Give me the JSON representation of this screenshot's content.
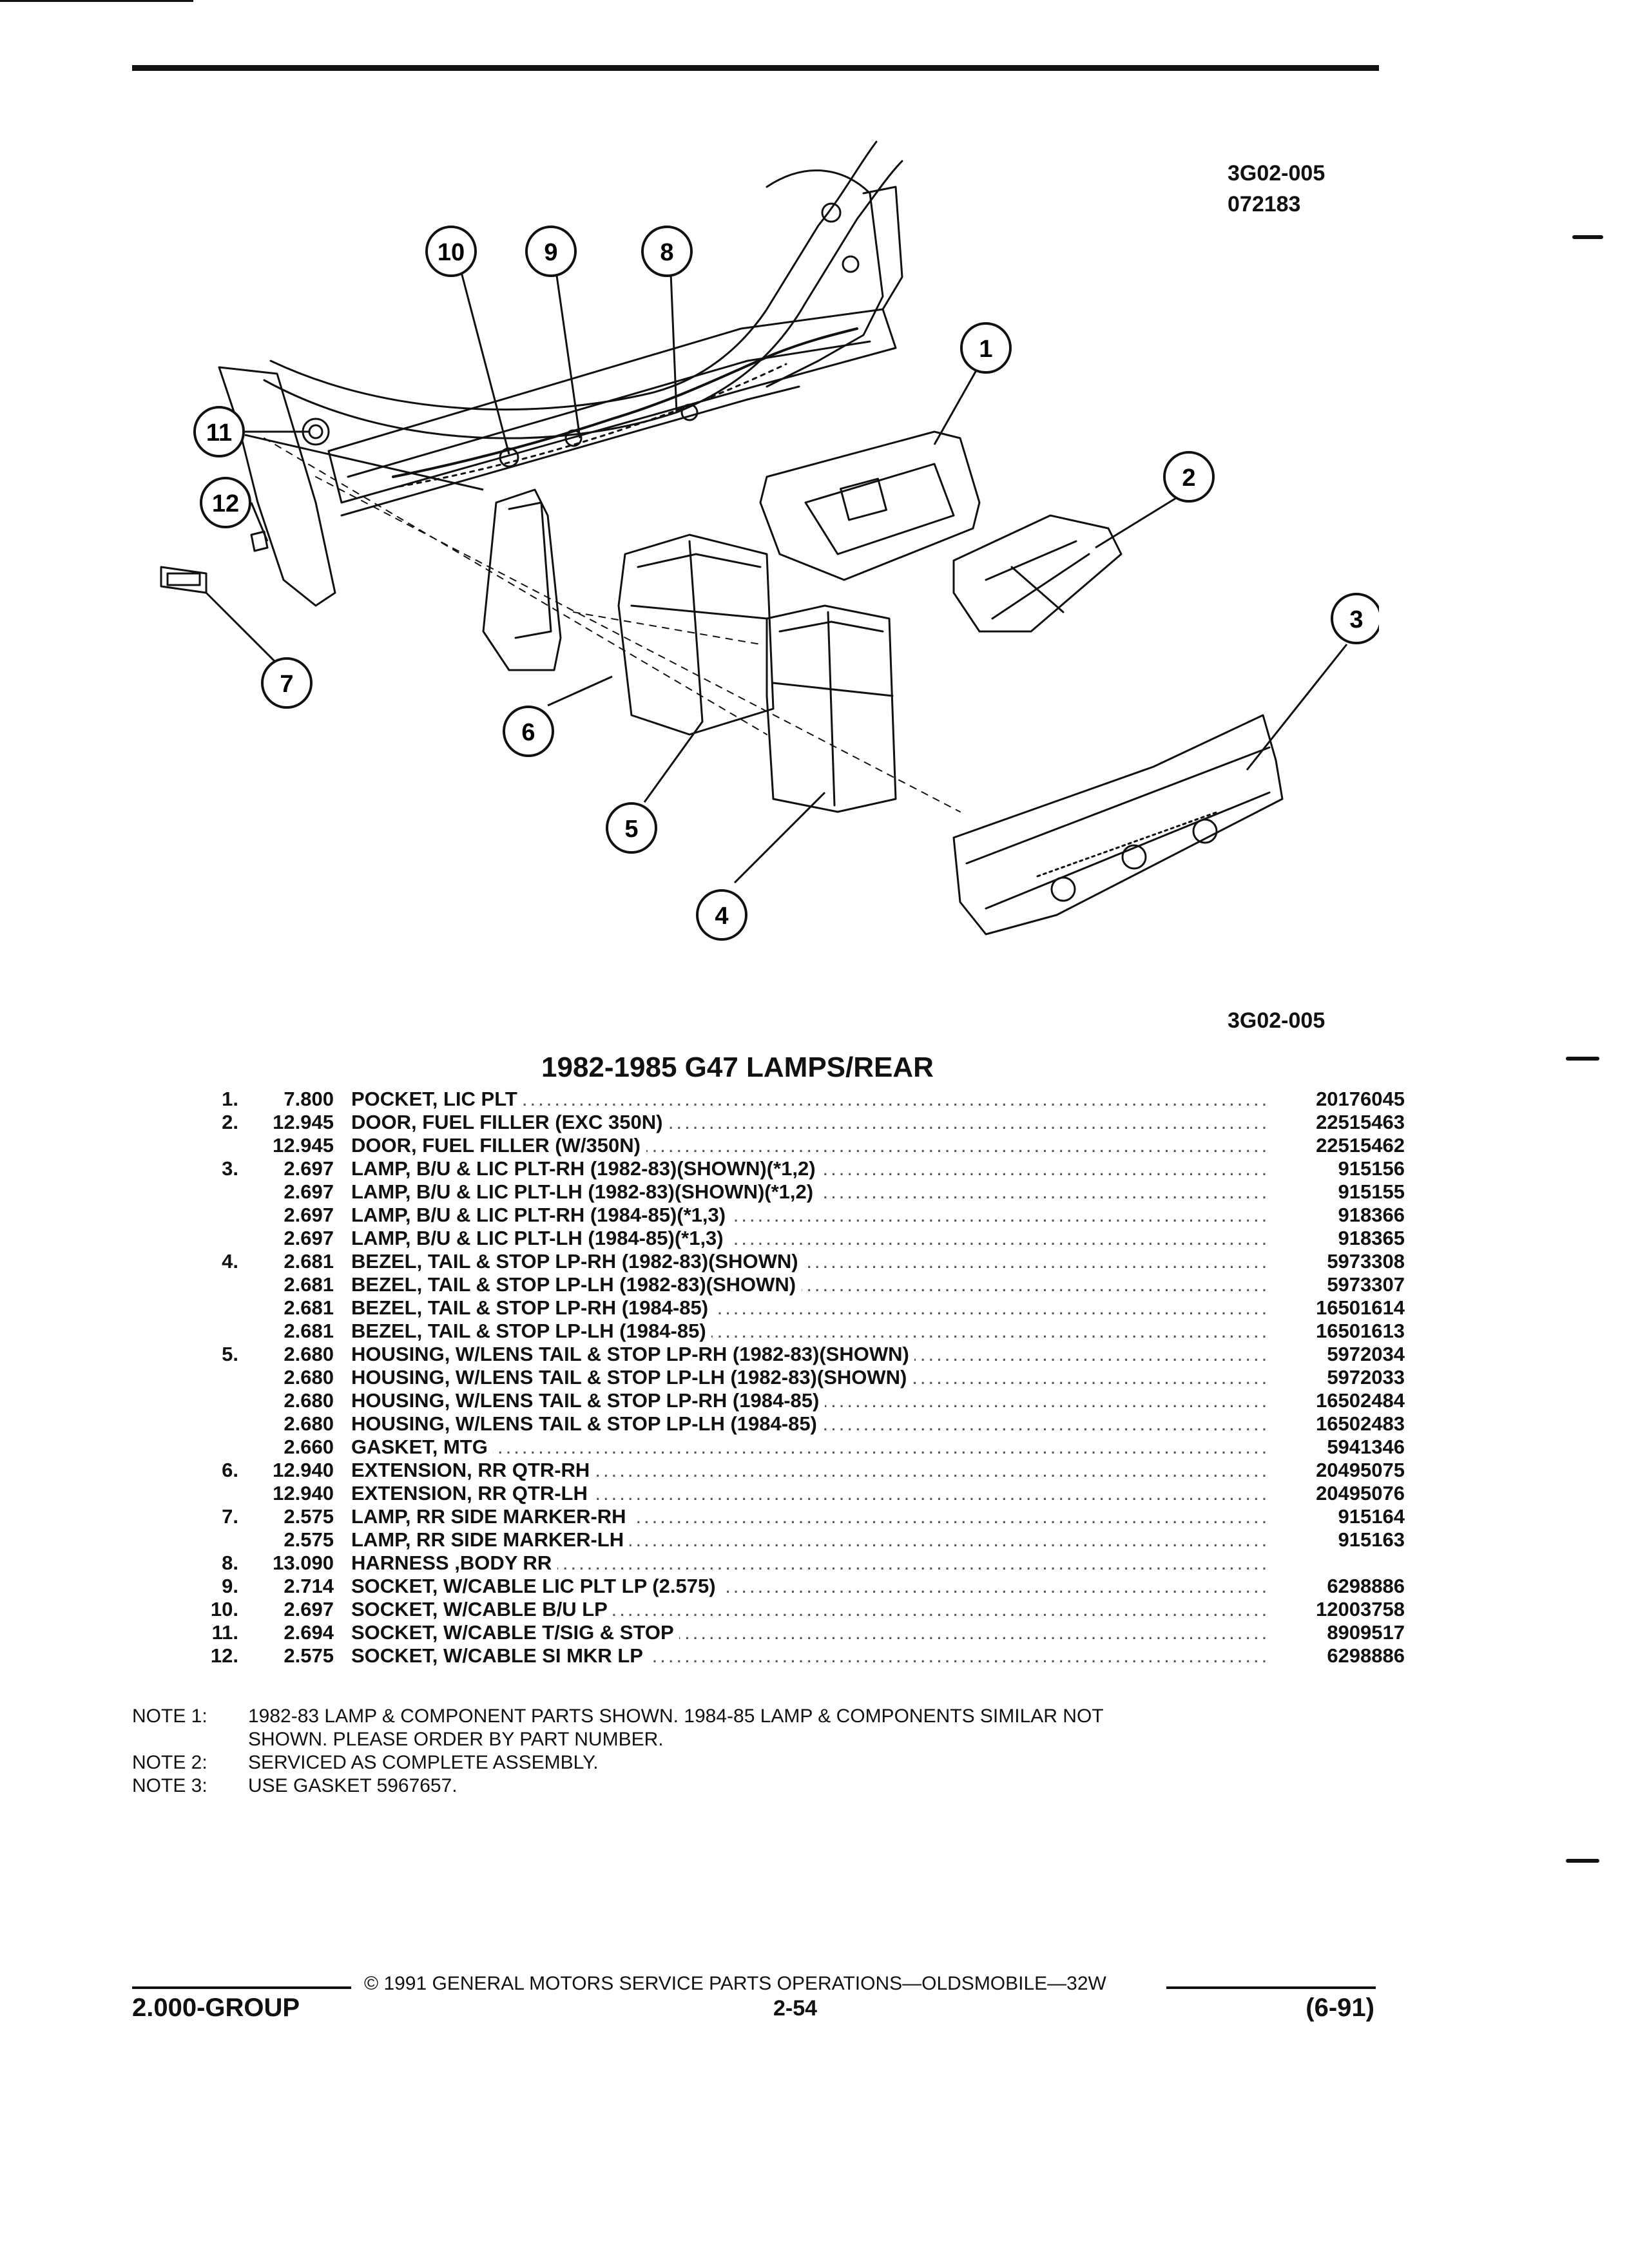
{
  "drawing": {
    "id_top": "3G02-005",
    "date_code": "072183",
    "id_bottom": "3G02-005",
    "callouts": [
      "1",
      "2",
      "3",
      "4",
      "5",
      "6",
      "7",
      "8",
      "9",
      "10",
      "11",
      "12"
    ]
  },
  "section_title": "1982-1985 G47 LAMPS/REAR",
  "parts": [
    {
      "num": "1.",
      "group": "7.800",
      "name": "POCKET",
      "desc": ", LIC PLT",
      "pn": "20176045"
    },
    {
      "num": "2.",
      "group": "12.945",
      "name": "DOOR",
      "desc": ", FUEL FILLER (EXC 350N)",
      "pn": "22515463"
    },
    {
      "num": "",
      "group": "12.945",
      "name": "DOOR",
      "desc": ", FUEL FILLER (W/350N)",
      "pn": "22515462"
    },
    {
      "num": "3.",
      "group": "2.697",
      "name": "LAMP",
      "desc": ", B/U & LIC PLT-RH (1982-83)(SHOWN)(*1,2)",
      "pn": "915156"
    },
    {
      "num": "",
      "group": "2.697",
      "name": "LAMP",
      "desc": ", B/U & LIC PLT-LH (1982-83)(SHOWN)(*1,2)",
      "pn": "915155"
    },
    {
      "num": "",
      "group": "2.697",
      "name": "LAMP",
      "desc": ", B/U & LIC PLT-RH (1984-85)(*1,3)",
      "pn": "918366"
    },
    {
      "num": "",
      "group": "2.697",
      "name": "LAMP",
      "desc": ", B/U & LIC PLT-LH (1984-85)(*1,3)",
      "pn": "918365"
    },
    {
      "num": "4.",
      "group": "2.681",
      "name": "BEZEL",
      "desc": ", TAIL & STOP LP-RH (1982-83)(SHOWN)",
      "pn": "5973308"
    },
    {
      "num": "",
      "group": "2.681",
      "name": "BEZEL",
      "desc": ", TAIL & STOP LP-LH (1982-83)(SHOWN)",
      "pn": "5973307"
    },
    {
      "num": "",
      "group": "2.681",
      "name": "BEZEL",
      "desc": ", TAIL & STOP LP-RH (1984-85)",
      "pn": "16501614"
    },
    {
      "num": "",
      "group": "2.681",
      "name": "BEZEL",
      "desc": ", TAIL & STOP LP-LH (1984-85)",
      "pn": "16501613"
    },
    {
      "num": "5.",
      "group": "2.680",
      "name": "HOUSING",
      "desc": ", W/LENS TAIL & STOP LP-RH (1982-83)(SHOWN)",
      "pn": "5972034"
    },
    {
      "num": "",
      "group": "2.680",
      "name": "HOUSING",
      "desc": ", W/LENS TAIL & STOP LP-LH (1982-83)(SHOWN)",
      "pn": "5972033"
    },
    {
      "num": "",
      "group": "2.680",
      "name": "HOUSING",
      "desc": ", W/LENS TAIL & STOP LP-RH (1984-85)",
      "pn": "16502484"
    },
    {
      "num": "",
      "group": "2.680",
      "name": "HOUSING",
      "desc": ", W/LENS TAIL & STOP LP-LH (1984-85)",
      "pn": "16502483"
    },
    {
      "num": "",
      "group": "2.660",
      "name": "GASKET",
      "desc": ", MTG",
      "pn": "5941346"
    },
    {
      "num": "6.",
      "group": "12.940",
      "name": "EXTENSION",
      "desc": ", RR QTR-RH",
      "pn": "20495075"
    },
    {
      "num": "",
      "group": "12.940",
      "name": "EXTENSION",
      "desc": ", RR QTR-LH",
      "pn": "20495076"
    },
    {
      "num": "7.",
      "group": "2.575",
      "name": "LAMP",
      "desc": ", RR SIDE MARKER-RH",
      "pn": "915164"
    },
    {
      "num": "",
      "group": "2.575",
      "name": "LAMP",
      "desc": ", RR SIDE MARKER-LH",
      "pn": "915163"
    },
    {
      "num": "8.",
      "group": "13.090",
      "name": "HARNESS",
      "desc": " ,BODY RR",
      "pn": ""
    },
    {
      "num": "9.",
      "group": "2.714",
      "name": "SOCKET",
      "desc": ", W/CABLE LIC PLT LP (2.575)",
      "pn": "6298886"
    },
    {
      "num": "10.",
      "group": "2.697",
      "name": "SOCKET",
      "desc": ", W/CABLE B/U LP",
      "pn": "12003758"
    },
    {
      "num": "11.",
      "group": "2.694",
      "name": "SOCKET",
      "desc": ", W/CABLE T/SIG & STOP",
      "pn": "8909517"
    },
    {
      "num": "12.",
      "group": "2.575",
      "name": "SOCKET",
      "desc": ", W/CABLE SI MKR LP",
      "pn": "6298886"
    }
  ],
  "notes": [
    {
      "label": "NOTE 1:",
      "lines": [
        "1982-83 LAMP & COMPONENT PARTS SHOWN. 1984-85 LAMP & COMPONENTS SIMILAR NOT",
        "SHOWN. PLEASE ORDER BY PART NUMBER."
      ]
    },
    {
      "label": "NOTE 2:",
      "lines": [
        "SERVICED AS COMPLETE ASSEMBLY."
      ]
    },
    {
      "label": "NOTE 3:",
      "lines": [
        "USE GASKET 5967657."
      ]
    }
  ],
  "footer": {
    "copyright": "© 1991 GENERAL MOTORS SERVICE PARTS OPERATIONS—OLDSMOBILE—32W",
    "group": "2.000-GROUP",
    "page": "2-54",
    "revision": "(6-91)"
  }
}
